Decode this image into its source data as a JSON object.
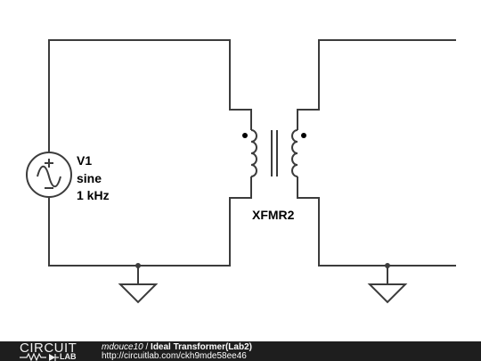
{
  "schematic": {
    "source": {
      "name": "V1",
      "type": "sine",
      "frequency": "1 kHz"
    },
    "transformer": {
      "name": "XFMR2"
    }
  },
  "footer": {
    "logo_text": "CIRCUIT",
    "logo_sub": "LAB",
    "author": "mdouce10",
    "separator": " / ",
    "title": "Ideal Transformer(Lab2)",
    "url": "http://circuitlab.com/ckh9mde58ee46"
  }
}
